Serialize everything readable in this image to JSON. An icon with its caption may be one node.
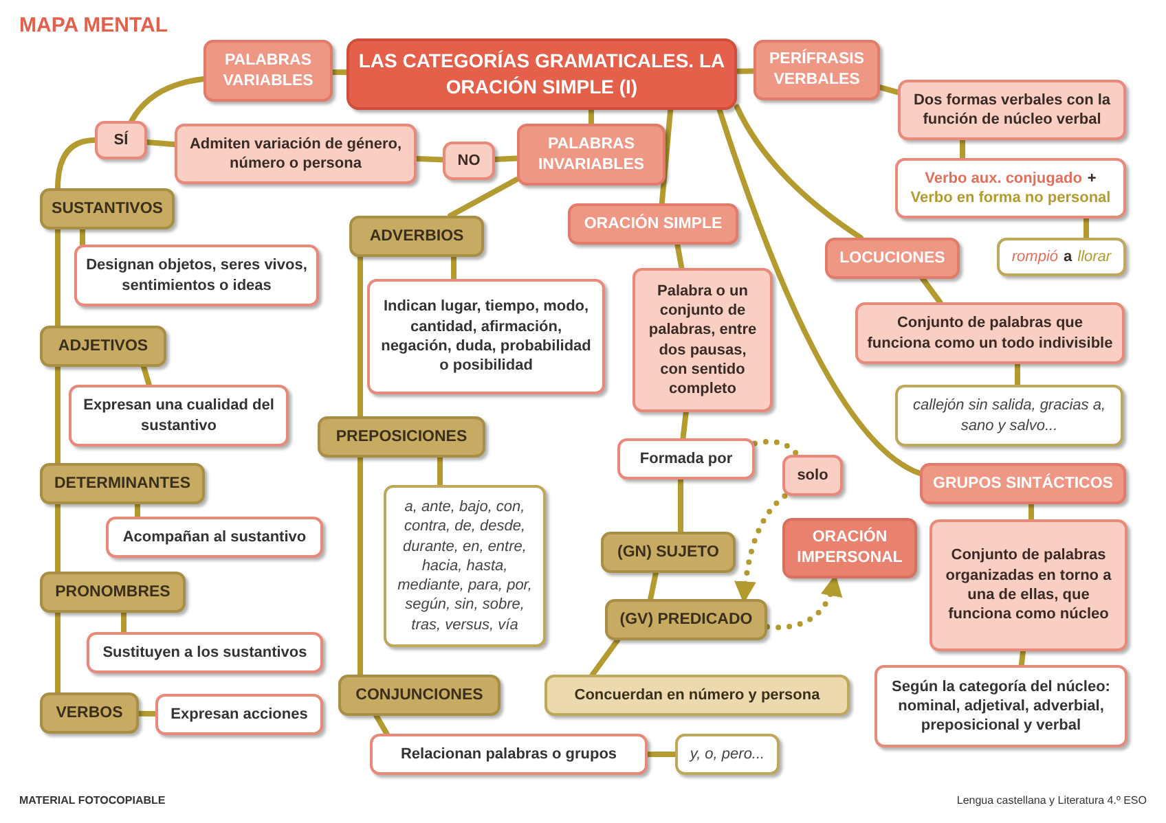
{
  "diagram": {
    "title": "MAPA MENTAL",
    "nodes": [
      {
        "text": [
          "LAS CATEGORÍAS GRAMATICALES. LA ORACIÓN SIMPLE (I)"
        ]
      },
      {
        "text": [
          "PALABRAS VARIABLES"
        ]
      },
      {
        "text": [
          "PERÍFRASIS VERBALES"
        ]
      },
      {
        "text": [
          "SÍ"
        ]
      },
      {
        "text": [
          "Admiten variación de género, número o persona"
        ]
      },
      {
        "text": [
          "NO"
        ]
      },
      {
        "text": [
          "PALABRAS INVARIABLES"
        ]
      },
      {
        "text": [
          "SUSTANTIVOS"
        ]
      },
      {
        "text": [
          "Designan objetos, seres vivos, sentimientos o ideas"
        ]
      },
      {
        "text": [
          "ADVERBIOS"
        ]
      },
      {
        "text": [
          "ORACIÓN SIMPLE"
        ]
      },
      {
        "text": [
          "Dos formas verbales con la función de núcleo verbal"
        ]
      },
      {
        "text": [
          "Verbo aux. conjugado",
          "+",
          "Verbo en forma no personal"
        ]
      },
      {
        "text": [
          "rompió",
          "a",
          "llorar"
        ]
      },
      {
        "text": [
          "LOCUCIONES"
        ]
      },
      {
        "text": [
          "Indican lugar, tiempo, modo, cantidad, afirmación, negación, duda, probabilidad o posibilidad"
        ]
      },
      {
        "text": [
          "Palabra o un conjunto de palabras, entre dos pausas, con sentido completo"
        ]
      },
      {
        "text": [
          "Conjunto de palabras que funciona como un todo indivisible"
        ]
      },
      {
        "text": [
          "ADJETIVOS"
        ]
      },
      {
        "text": [
          "Expresan una cualidad del sustantivo"
        ]
      },
      {
        "text": [
          "PREPOSICIONES"
        ]
      },
      {
        "text": [
          "callejón sin salida, gracias a, sano y salvo..."
        ]
      },
      {
        "text": [
          "Formada por"
        ]
      },
      {
        "text": [
          "solo"
        ]
      },
      {
        "text": [
          "GRUPOS SINTÁCTICOS"
        ]
      },
      {
        "text": [
          "DETERMINANTES"
        ]
      },
      {
        "text": [
          "Acompañan al sustantivo"
        ]
      },
      {
        "text": [
          "a, ante, bajo, con, contra, de, desde, durante, en, entre, hacia, hasta, mediante, para, por, según, sin, sobre, tras, versus, vía"
        ]
      },
      {
        "text": [
          "ORACIÓN IMPERSONAL"
        ]
      },
      {
        "text": [
          "(GN) SUJETO"
        ]
      },
      {
        "text": [
          "Conjunto de palabras organizadas en torno a una de ellas, que funciona como núcleo"
        ]
      },
      {
        "text": [
          "PRONOMBRES"
        ]
      },
      {
        "text": [
          "(GV) PREDICADO"
        ]
      },
      {
        "text": [
          "Sustituyen a los sustantivos"
        ]
      },
      {
        "text": [
          "Según la categoría del núcleo: nominal, adjetival, adverbial, preposicional y verbal"
        ]
      },
      {
        "text": [
          "Concuerdan en número y persona"
        ]
      },
      {
        "text": [
          "VERBOS"
        ]
      },
      {
        "text": [
          "Expresan acciones"
        ]
      },
      {
        "text": [
          "CONJUNCIONES"
        ]
      },
      {
        "text": [
          "Relacionan palabras o grupos"
        ]
      },
      {
        "text": [
          "y, o, pero..."
        ]
      }
    ],
    "edges": [
      {
        "from": 0,
        "to": 1,
        "arrow": "none"
      },
      {
        "from": 0,
        "to": 2,
        "arrow": "none"
      },
      {
        "from": 0,
        "to": 6,
        "arrow": "none"
      },
      {
        "from": 0,
        "to": 10,
        "arrow": "none"
      },
      {
        "from": 0,
        "to": 14,
        "arrow": "none"
      },
      {
        "from": 0,
        "to": 24,
        "arrow": "none"
      },
      {
        "from": 1,
        "to": 3,
        "arrow": "none"
      },
      {
        "from": 3,
        "to": 4,
        "arrow": "none"
      },
      {
        "from": 4,
        "to": 5,
        "arrow": "none"
      },
      {
        "from": 5,
        "to": 6,
        "arrow": "none"
      },
      {
        "from": 3,
        "to": 7,
        "arrow": "none"
      },
      {
        "from": 7,
        "to": 18,
        "arrow": "none"
      },
      {
        "from": 18,
        "to": 25,
        "arrow": "none"
      },
      {
        "from": 25,
        "to": 31,
        "arrow": "none"
      },
      {
        "from": 31,
        "to": 36,
        "arrow": "none"
      },
      {
        "from": 7,
        "to": 8,
        "arrow": "none"
      },
      {
        "from": 18,
        "to": 19,
        "arrow": "none"
      },
      {
        "from": 25,
        "to": 26,
        "arrow": "none"
      },
      {
        "from": 31,
        "to": 33,
        "arrow": "none"
      },
      {
        "from": 36,
        "to": 37,
        "arrow": "none"
      },
      {
        "from": 6,
        "to": 9,
        "arrow": "none"
      },
      {
        "from": 9,
        "to": 20,
        "arrow": "none"
      },
      {
        "from": 20,
        "to": 38,
        "arrow": "none"
      },
      {
        "from": 9,
        "to": 15,
        "arrow": "none"
      },
      {
        "from": 20,
        "to": 27,
        "arrow": "none"
      },
      {
        "from": 38,
        "to": 39,
        "arrow": "none"
      },
      {
        "from": 39,
        "to": 40,
        "arrow": "none"
      },
      {
        "from": 2,
        "to": 11,
        "arrow": "none"
      },
      {
        "from": 11,
        "to": 12,
        "arrow": "none"
      },
      {
        "from": 12,
        "to": 13,
        "arrow": "none"
      },
      {
        "from": 14,
        "to": 17,
        "arrow": "none"
      },
      {
        "from": 17,
        "to": 21,
        "arrow": "none"
      },
      {
        "from": 10,
        "to": 16,
        "arrow": "none"
      },
      {
        "from": 16,
        "to": 22,
        "arrow": "none"
      },
      {
        "from": 22,
        "to": 29,
        "arrow": "none"
      },
      {
        "from": 29,
        "to": 32,
        "arrow": "none"
      },
      {
        "from": 32,
        "to": 35,
        "arrow": "none"
      },
      {
        "from": 22,
        "to": 23,
        "arrow": "none",
        "style": "dashed"
      },
      {
        "from": 23,
        "to": 32,
        "arrow": "to",
        "style": "dashed"
      },
      {
        "from": 32,
        "to": 28,
        "arrow": "to",
        "style": "dashed"
      },
      {
        "from": 24,
        "to": 30,
        "arrow": "none"
      },
      {
        "from": 30,
        "to": 34,
        "arrow": "none"
      }
    ],
    "labels": [
      "MATERIAL FOTOCOPIABLE",
      "Lengua castellana y Literatura 4.º ESO"
    ]
  }
}
